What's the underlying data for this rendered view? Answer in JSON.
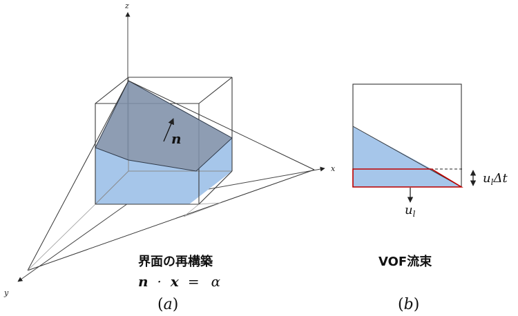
{
  "axes": {
    "x": "x",
    "y": "y",
    "z": "z"
  },
  "panel_a": {
    "normal_symbol": "n",
    "caption": "界面の再構築",
    "equation": {
      "n": "n",
      "dot": "·",
      "x": "x",
      "equals": "=",
      "alpha": "α"
    },
    "label": {
      "open": "(",
      "letter": "a",
      "close": ")"
    }
  },
  "panel_b": {
    "caption": "VOF流束",
    "velocity_symbol": "u",
    "velocity_subscript": "l",
    "flux_height": {
      "u": "u",
      "sub": "l",
      "delta": "Δ",
      "t": "t"
    },
    "label": {
      "open": "(",
      "letter": "b",
      "close": ")"
    }
  },
  "colors": {
    "fluid_blue": "#a6c6ea",
    "interface_plane": "#8394ad",
    "flux_outline": "#c00000",
    "line": "#333333"
  }
}
